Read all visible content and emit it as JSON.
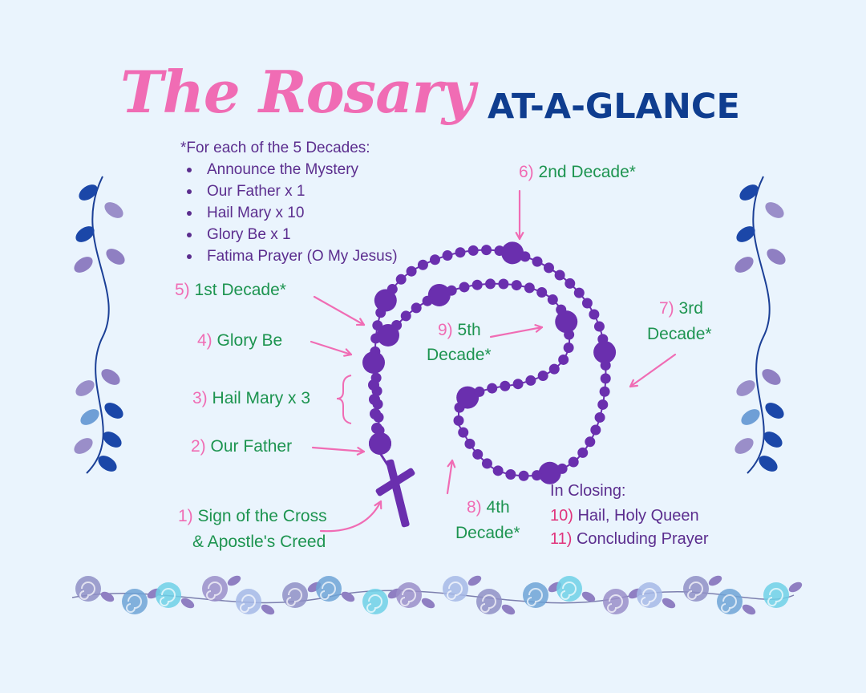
{
  "title": {
    "script": "The Rosary",
    "caps": "AT-A-GLANCE"
  },
  "note": {
    "heading": "*For each of the 5 Decades:",
    "items": [
      "Announce the Mystery",
      "Our Father x 1",
      "Hail Mary x 10",
      "Glory Be x 1",
      "Fatima Prayer (O My Jesus)"
    ]
  },
  "steps": {
    "s1": {
      "num": "1)",
      "line1": "Sign of the Cross",
      "line2": "& Apostle's Creed"
    },
    "s2": {
      "num": "2)",
      "label": "Our Father"
    },
    "s3": {
      "num": "3)",
      "label": "Hail Mary x 3"
    },
    "s4": {
      "num": "4)",
      "label": "Glory Be"
    },
    "s5": {
      "num": "5)",
      "label": "1st Decade*"
    },
    "s6": {
      "num": "6)",
      "label": "2nd Decade*"
    },
    "s7": {
      "num": "7)",
      "line1": "3rd",
      "line2": "Decade*"
    },
    "s8": {
      "num": "8)",
      "line1": "4th",
      "line2": "Decade*"
    },
    "s9": {
      "num": "9)",
      "line1": "5th",
      "line2": "Decade*"
    }
  },
  "closing": {
    "heading": "In Closing:",
    "items": [
      {
        "num": "10)",
        "label": "Hail, Holy Queen"
      },
      {
        "num": "11)",
        "label": "Concluding Prayer"
      }
    ]
  },
  "colors": {
    "beads": "#6a2fae",
    "arrows": "#f06cb4",
    "label_text": "#1d9450",
    "title_pink": "#f06cb4",
    "title_navy": "#0f3d8f",
    "background": "#eaf4fd"
  },
  "decorations": [
    "vine-left",
    "vine-right",
    "rose-border"
  ]
}
